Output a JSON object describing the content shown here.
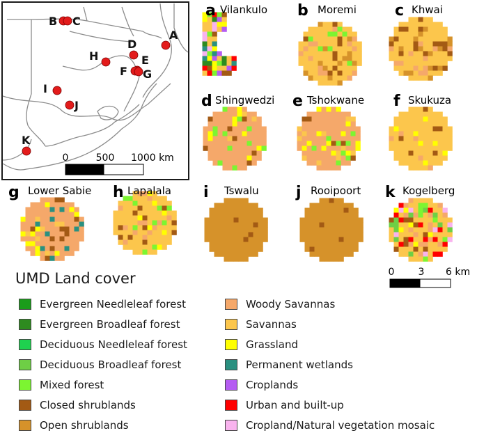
{
  "map": {
    "sites": [
      {
        "letter": "A"
      },
      {
        "letter": "B"
      },
      {
        "letter": "C"
      },
      {
        "letter": "D"
      },
      {
        "letter": "E"
      },
      {
        "letter": "F"
      },
      {
        "letter": "G"
      },
      {
        "letter": "H"
      },
      {
        "letter": "I"
      },
      {
        "letter": "J"
      },
      {
        "letter": "K"
      }
    ],
    "scale": {
      "ticks": [
        "0",
        "500",
        "1000 km"
      ]
    }
  },
  "panels": [
    {
      "letter": "a",
      "name": "Vilankulo",
      "shape": "strip",
      "dominant": "savannas"
    },
    {
      "letter": "b",
      "name": "Moremi",
      "shape": "circle",
      "dominant": "savannas"
    },
    {
      "letter": "c",
      "name": "Khwai",
      "shape": "circle",
      "dominant": "savannas"
    },
    {
      "letter": "d",
      "name": "Shingwedzi",
      "shape": "circle",
      "dominant": "woody"
    },
    {
      "letter": "e",
      "name": "Tshokwane",
      "shape": "circle",
      "dominant": "woody"
    },
    {
      "letter": "f",
      "name": "Skukuza",
      "shape": "circle",
      "dominant": "savannas"
    },
    {
      "letter": "g",
      "name": "Lower Sabie",
      "shape": "circle",
      "dominant": "woody"
    },
    {
      "letter": "h",
      "name": "Lapalala",
      "shape": "circle",
      "dominant": "savannas"
    },
    {
      "letter": "i",
      "name": "Tswalu",
      "shape": "circle",
      "dominant": "open"
    },
    {
      "letter": "j",
      "name": "Rooipoort",
      "shape": "circle",
      "dominant": "open"
    },
    {
      "letter": "k",
      "name": "Kogelberg",
      "shape": "circle",
      "dominant": "savannas"
    }
  ],
  "panel_scale": {
    "ticks": [
      "0",
      "3",
      "6 km"
    ]
  },
  "legend": {
    "title": "UMD Land cover",
    "items": [
      {
        "label": "Evergreen Needleleaf forest",
        "color": "#1a9c1a"
      },
      {
        "label": "Evergreen Broadleaf forest",
        "color": "#2e8b1f"
      },
      {
        "label": "Deciduous Needleleaf forest",
        "color": "#1fd14f"
      },
      {
        "label": "Deciduous Broadleaf forest",
        "color": "#6ecf45"
      },
      {
        "label": "Mixed forest",
        "color": "#7cf531"
      },
      {
        "label": "Closed shrublands",
        "color": "#a35a14"
      },
      {
        "label": "Open shrublands",
        "color": "#d6922a"
      },
      {
        "label": "Woody Savannas",
        "color": "#f5a86a"
      },
      {
        "label": "Savannas",
        "color": "#fcc64c"
      },
      {
        "label": "Grassland",
        "color": "#ffff00"
      },
      {
        "label": "Permanent wetlands",
        "color": "#2a9080"
      },
      {
        "label": "Croplands",
        "color": "#b55cf2"
      },
      {
        "label": "Urban and built-up",
        "color": "#ff0000"
      },
      {
        "label": "Cropland/Natural vegetation mosaic",
        "color": "#f9b3ee"
      }
    ]
  }
}
